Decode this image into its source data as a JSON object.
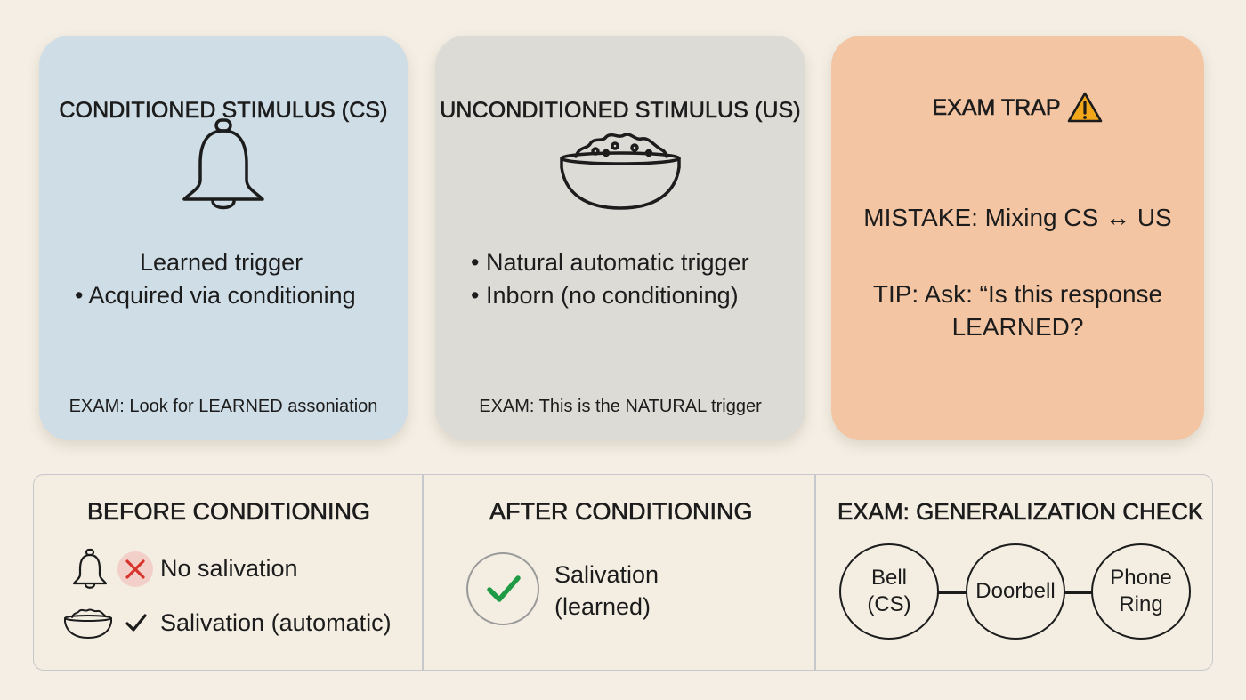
{
  "cards": {
    "cs": {
      "title": "CONDITIONED STIMULUS (CS)",
      "line1": "Learned trigger",
      "line2": "• Acquired via conditioning",
      "exam": "EXAM: Look for LEARNED assoniation",
      "color": "#cfdde6",
      "icon": "bell-icon"
    },
    "us": {
      "title": "UNCONDITIONED STIMULUS (US)",
      "line1": "• Natural automatic trigger",
      "line2": "• Inborn (no conditioning)",
      "exam": "EXAM: This is the NATURAL trigger",
      "color": "#dcdbd6",
      "icon": "food-bowl-icon"
    },
    "trap": {
      "title": "EXAM TRAP",
      "mistake": "MISTAKE: Mixing CS ↔ US",
      "tip_line1": "TIP: Ask: “Is this response",
      "tip_line2": "LEARNED?",
      "color": "#f3c5a3",
      "icon": "warning-icon"
    }
  },
  "bottom": {
    "before": {
      "title": "BEFORE CONDITIONING",
      "row1": "No salivation",
      "row2": "Salivation (automatic)"
    },
    "after": {
      "title": "AFTER CONDITIONING",
      "line1": "Salivation",
      "line2": "(learned)"
    },
    "generalization": {
      "title": "EXAM: GENERALIZATION CHECK",
      "nodes": [
        {
          "line1": "Bell",
          "line2": "(CS)"
        },
        {
          "line1": "Doorbell",
          "line2": ""
        },
        {
          "line1": "Phone",
          "line2": "Ring"
        }
      ]
    }
  },
  "colors": {
    "x_mark": "#d9342b",
    "check_green": "#1f9a45",
    "warning_yellow": "#f2a71b"
  }
}
